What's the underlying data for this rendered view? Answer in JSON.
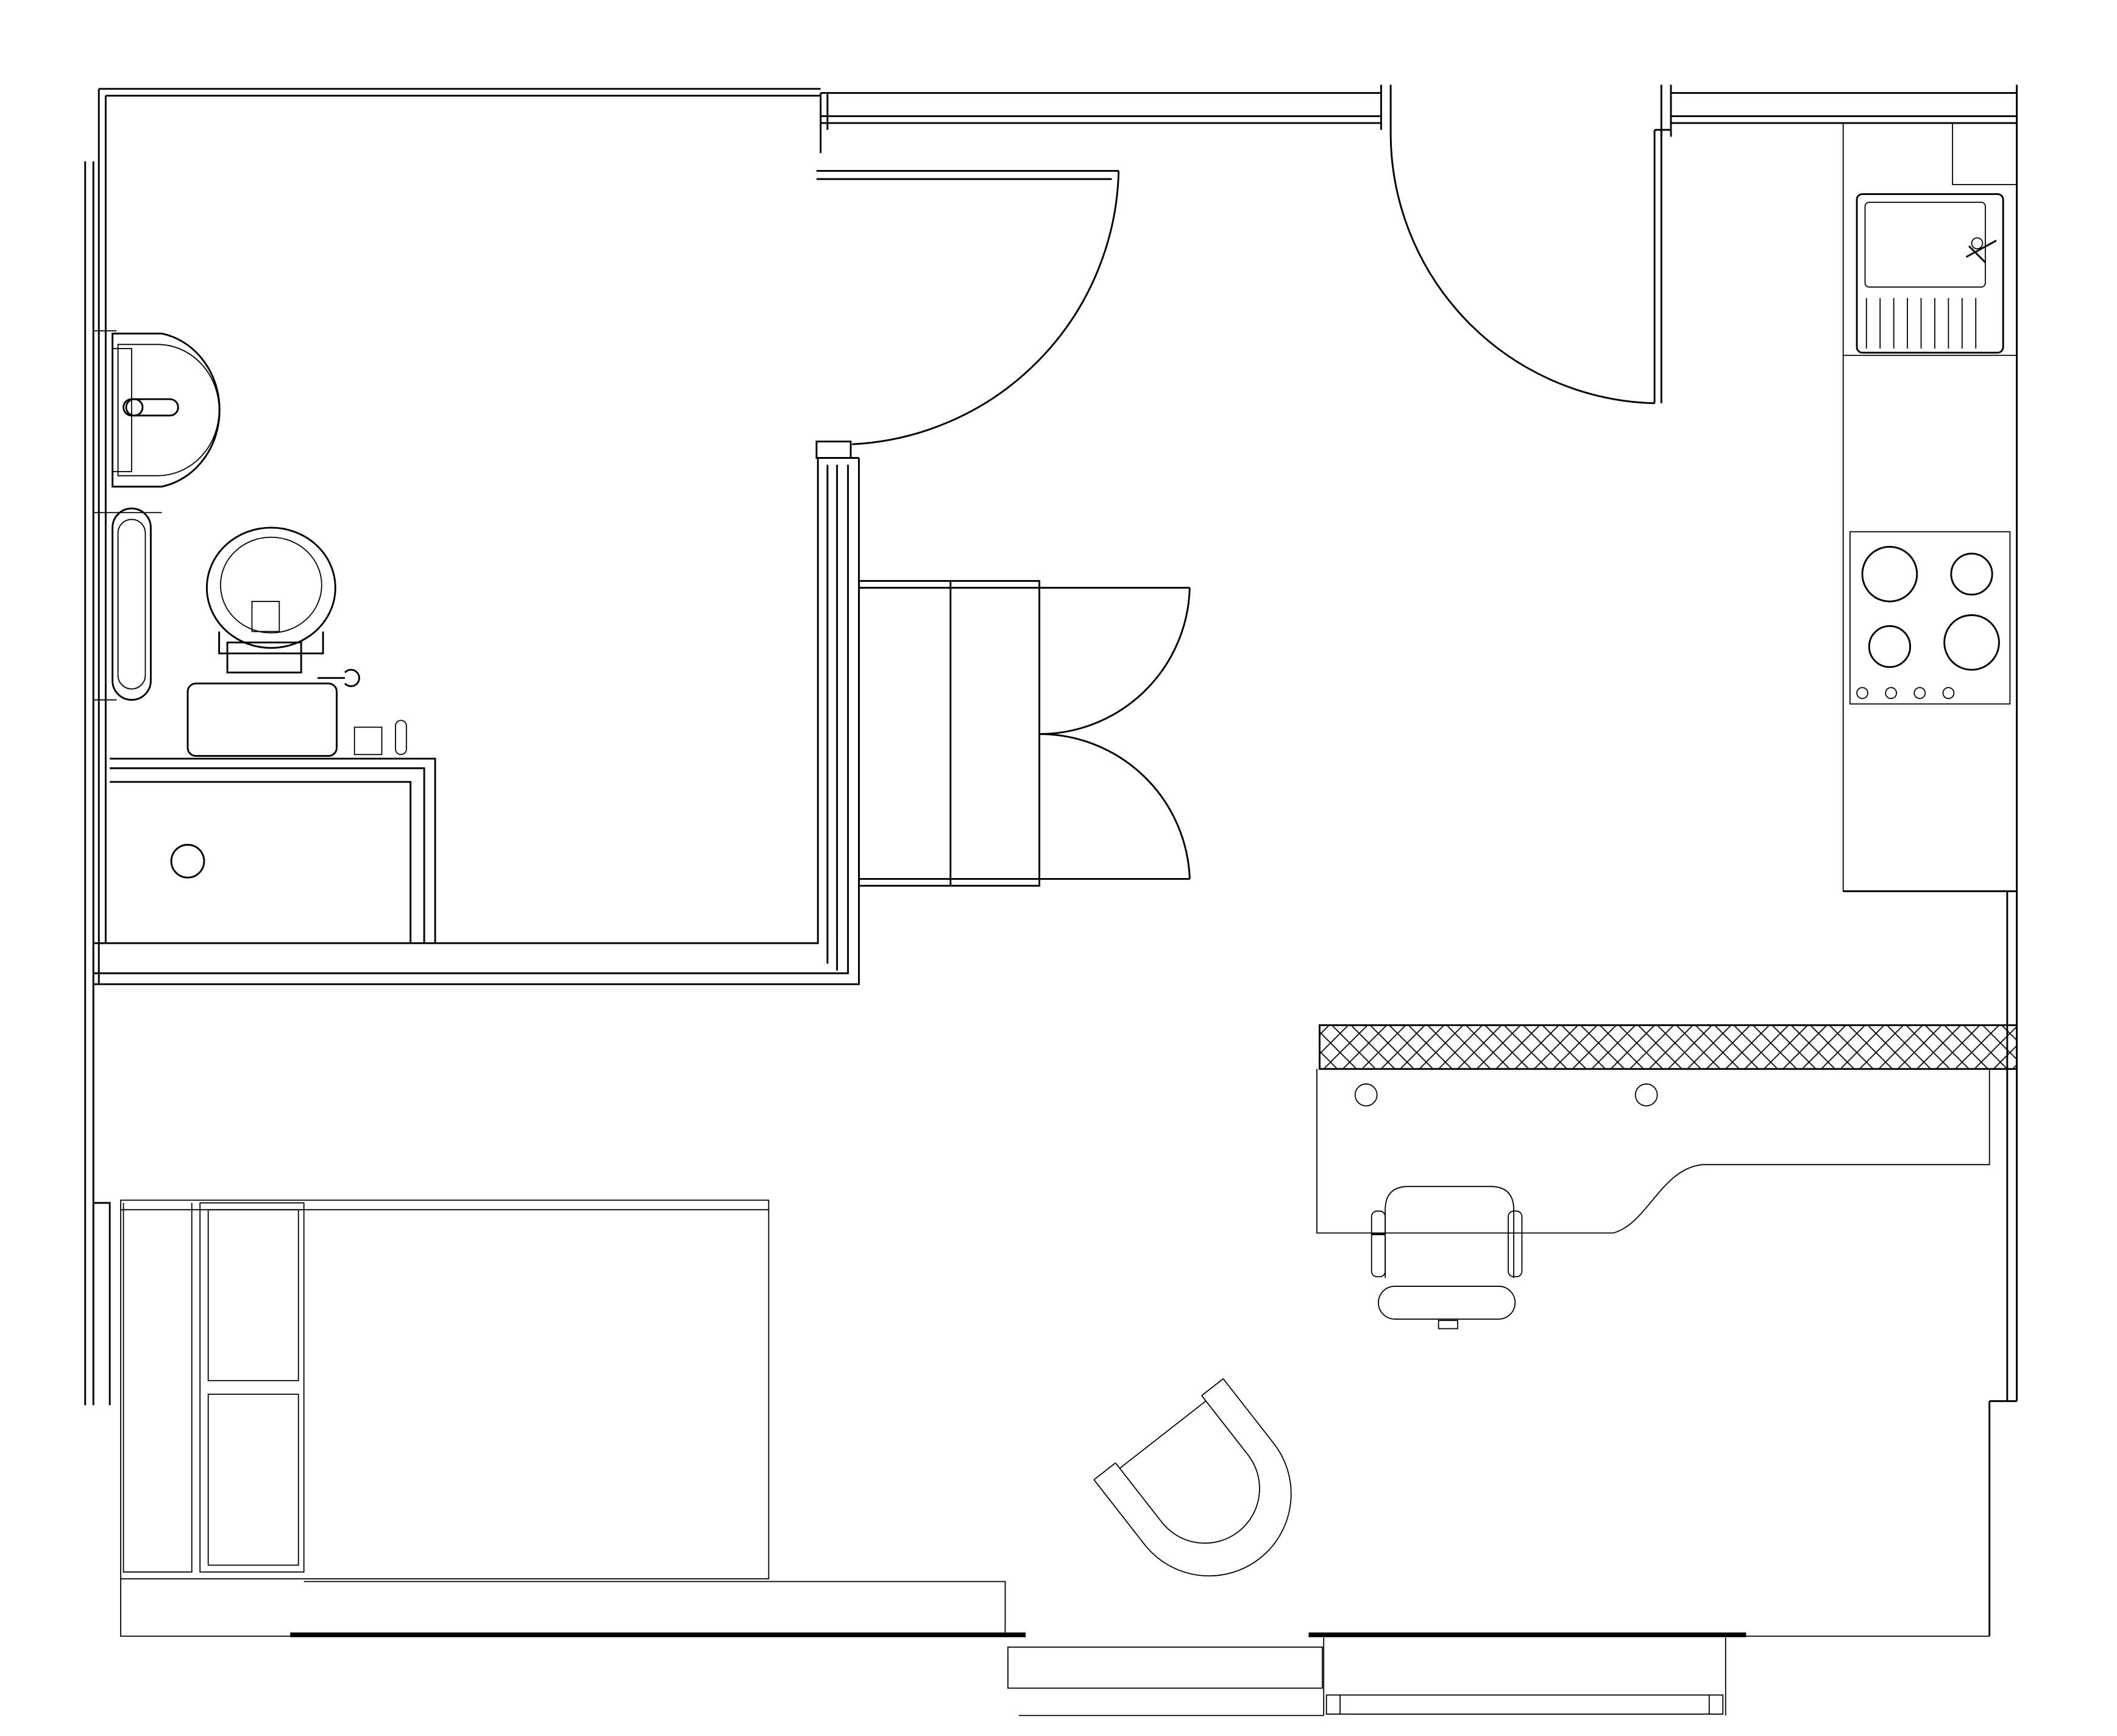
{
  "diagram": {
    "type": "floor-plan",
    "title": "",
    "colors": {
      "line": "#000000",
      "background": "#ffffff"
    },
    "rooms": [
      "bathroom",
      "studio-living-area",
      "kitchenette"
    ],
    "fixtures": [
      "washbasin",
      "toilet",
      "shower-tray",
      "grab-bar",
      "kitchen-sink",
      "hob",
      "desk",
      "office-chair",
      "armchair",
      "bed",
      "closet"
    ]
  }
}
